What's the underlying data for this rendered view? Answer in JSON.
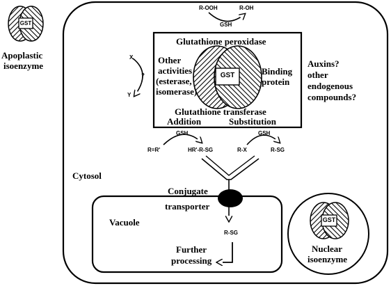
{
  "apoplastic": {
    "gst": "GST",
    "label_line1": "Apoplastic",
    "label_line2": "isoenzyme"
  },
  "top_reaction": {
    "substrate": "R-OOH",
    "product": "R-OH",
    "cofactor": "GSH"
  },
  "center_box": {
    "peroxidase": "Glutathione peroxidase",
    "other_line1": "Other",
    "other_line2": "activities",
    "other_line3": "(esterase,",
    "other_line4": "isomerase)",
    "binding_line1": "Binding",
    "binding_line2": "protein",
    "gst": "GST",
    "transferase": "Glutathione transferase",
    "addition": "Addition",
    "substitution": "Substitution"
  },
  "isomerase_reaction": {
    "x": "X",
    "q": "?",
    "y": "Y"
  },
  "auxins": {
    "line1": "Auxins?",
    "line2": "other",
    "line3": "endogenous",
    "line4": "compounds?"
  },
  "addition_reaction": {
    "cofactor": "GSH",
    "substrate": "R=R'",
    "product": "HR'-R-SG"
  },
  "substitution_reaction": {
    "cofactor": "GSH",
    "substrate": "R-X",
    "product": "R-SG"
  },
  "cytosol": "Cytosol",
  "transporter": {
    "line1": "Conjugate",
    "line2": "transporter"
  },
  "vacuole": {
    "label": "Vacuole",
    "rsg": "R-SG",
    "further_line1": "Further",
    "further_line2": "processing"
  },
  "nuclear": {
    "gst": "GST",
    "label_line1": "Nuclear",
    "label_line2": "isoenzyme"
  }
}
